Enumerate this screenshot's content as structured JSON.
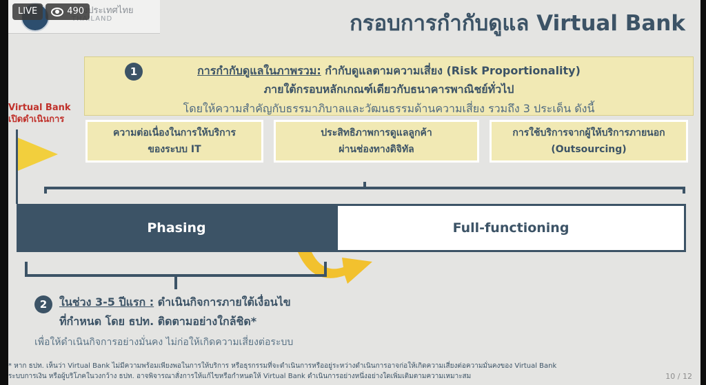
{
  "stream": {
    "live_label": "LIVE",
    "viewer_count": "490"
  },
  "logo": {
    "line1": "แห่งประเทศไทย",
    "line2": "THAILAND"
  },
  "title": "กรอบการกำกับดูแล Virtual Bank",
  "principle": {
    "number": "1",
    "label": "การกำกับดูแลในภาพรวม:",
    "line1_rest": "กำกับดูแลตามความเสี่ยง (Risk Proportionality)",
    "line2": "ภายใต้กรอบหลักเกณฑ์เดียวกับธนาคารพาณิชย์ทั่วไป",
    "line3": "โดยให้ความสำคัญกับธรรมาภิบาลและวัฒนธรรมด้านความเสี่ยง รวมถึง 3 ประเด็น ดังนี้"
  },
  "virtual_bank_label": {
    "line1": "Virtual Bank",
    "line2": "เปิดดำเนินการ"
  },
  "focus_areas": [
    {
      "line1": "ความต่อเนื่องในการให้บริการ",
      "line2": "ของระบบ IT"
    },
    {
      "line1": "ประสิทธิภาพการดูแลลูกค้า",
      "line2": "ผ่านช่องทางดิจิทัล"
    },
    {
      "line1": "การใช้บริการจากผู้ให้บริการภายนอก",
      "line2": "(Outsourcing)"
    }
  ],
  "phases": {
    "phasing": "Phasing",
    "full": "Full-functioning"
  },
  "phase2": {
    "number": "2",
    "label": "ในช่วง 3-5 ปีแรก :",
    "line1_rest": "ดำเนินกิจการภายใต้เงื่อนไข",
    "line2": "ที่กำหนด โดย ธปท. ติดตามอย่างใกล้ชิด*",
    "line3": "เพื่อให้ดำเนินกิจการอย่างมั่นคง ไม่ก่อให้เกิดความเสี่ยงต่อระบบ"
  },
  "footnote": {
    "line1": "* หาก ธปท. เห็นว่า Virtual Bank ไม่มีความพร้อมเพียงพอในการให้บริการ หรือธุรกรรมที่จะดำเนินการหรืออยู่ระหว่างดำเนินการอาจก่อให้เกิดความเสี่ยงต่อความมั่นคงของ Virtual Bank",
    "line2": "ระบบการเงิน หรือผู้บริโภคในวงกว้าง ธปท. อาจพิจารณาสั่งการให้แก้ไขหรือกำหนดให้ Virtual Bank ดำเนินการอย่างหนึ่งอย่างใดเพิ่มเติมตามความเหมาะสม"
  },
  "page": "10 / 12",
  "colors": {
    "navy": "#3c5366",
    "yellow_box": "#f1e9b4",
    "accent_yellow": "#f2cf3d",
    "red": "#c0312b"
  }
}
